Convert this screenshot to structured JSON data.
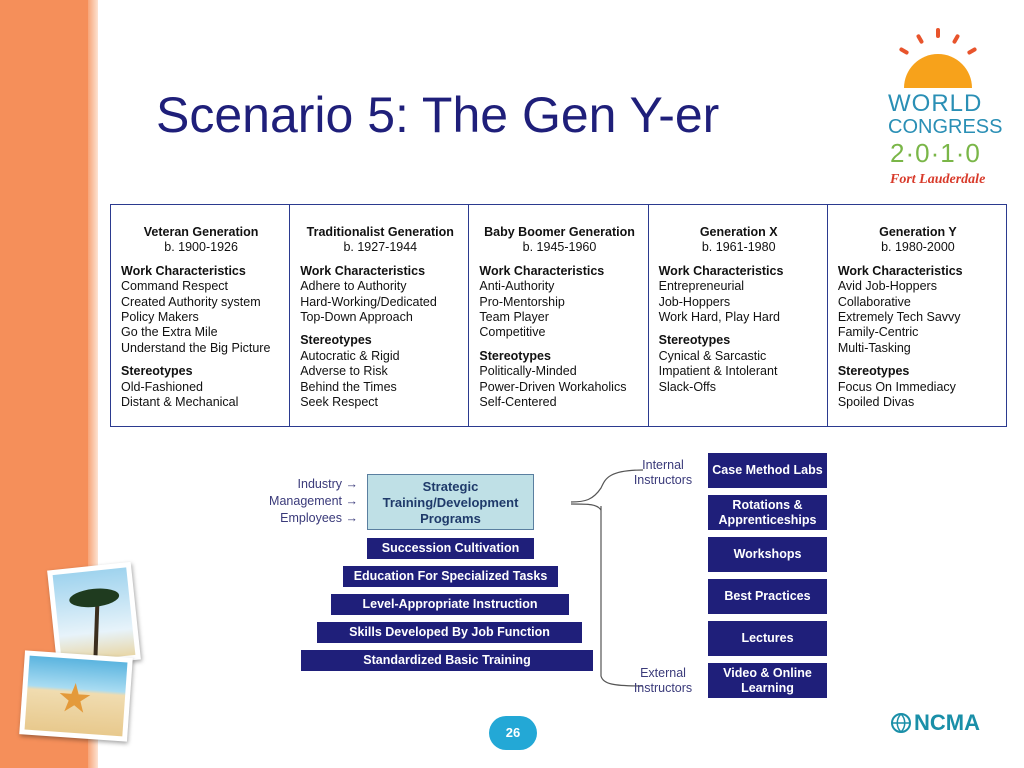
{
  "slide": {
    "title": "Scenario 5: The Gen Y-er",
    "page_number": "26"
  },
  "logos": {
    "world_congress": [
      "WORLD",
      "CONGRESS",
      "2·0·1·0",
      "Fort Lauderdale"
    ],
    "ncma": "NCMA"
  },
  "generations": [
    {
      "name": "Veteran Generation",
      "born": "b. 1900-1926",
      "work_heading": "Work Characteristics",
      "work": [
        "Command Respect",
        "Created Authority system",
        "Policy Makers",
        "Go the Extra Mile",
        "Understand the Big Picture"
      ],
      "stereo_heading": "Stereotypes",
      "stereotypes": [
        "Old-Fashioned",
        "Distant & Mechanical"
      ]
    },
    {
      "name": "Traditionalist Generation",
      "born": "b. 1927-1944",
      "work_heading": "Work Characteristics",
      "work": [
        "Adhere to Authority",
        "Hard-Working/Dedicated",
        "Top-Down Approach"
      ],
      "stereo_heading": "Stereotypes",
      "stereotypes": [
        "Autocratic & Rigid",
        "Adverse to Risk",
        "Behind the Times",
        "Seek Respect"
      ]
    },
    {
      "name": "Baby Boomer Generation",
      "born": "b. 1945-1960",
      "work_heading": "Work Characteristics",
      "work": [
        "Anti-Authority",
        "Pro-Mentorship",
        "Team Player",
        "Competitive"
      ],
      "stereo_heading": "Stereotypes",
      "stereotypes": [
        "Politically-Minded",
        "Power-Driven Workaholics",
        "Self-Centered"
      ]
    },
    {
      "name": "Generation X",
      "born": "b. 1961-1980",
      "work_heading": "Work Characteristics",
      "work": [
        "Entrepreneurial",
        "Job-Hoppers",
        "Work Hard, Play Hard"
      ],
      "stereo_heading": "Stereotypes",
      "stereotypes": [
        "Cynical & Sarcastic",
        "Impatient & Intolerant",
        "Slack-Offs"
      ]
    },
    {
      "name": "Generation Y",
      "born": "b. 1980-2000",
      "work_heading": "Work Characteristics",
      "work": [
        "Avid Job-Hoppers",
        "Collaborative",
        "Extremely Tech Savvy",
        "Family-Centric",
        "Multi-Tasking"
      ],
      "stereo_heading": "Stereotypes",
      "stereotypes": [
        "Focus On Immediacy",
        "Spoiled Divas"
      ]
    }
  ],
  "diagram": {
    "inputs": [
      "Industry",
      "Management",
      "Employees"
    ],
    "arrow_glyph": "→",
    "center": "Strategic Training/Development Programs",
    "pyramid": [
      "Succession Cultivation",
      "Education For Specialized Tasks",
      "Level-Appropriate Instruction",
      "Skills Developed By Job Function",
      "Standardized Basic Training"
    ],
    "internal_label": "Internal Instructors",
    "external_label": "External Instructors",
    "methods": [
      "Case Method Labs",
      "Rotations & Apprenticeships",
      "Workshops",
      "Best Practices",
      "Lectures",
      "Video & Online Learning"
    ]
  }
}
